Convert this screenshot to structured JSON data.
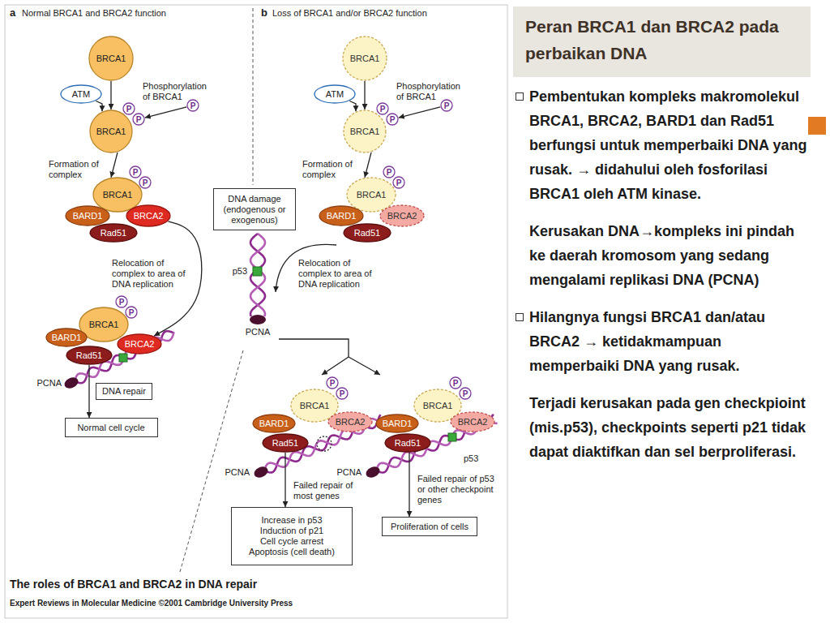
{
  "diagram": {
    "title": "Peran BRCA1 dan BRCA2 pada perbaikan DNA",
    "caption": "The roles of BRCA1 and BRCA2 in DNA repair",
    "nodes": [
      {
        "text": [
          "BRCA1"
        ]
      },
      {
        "text": [
          "ATM"
        ]
      },
      {
        "text": [
          "P"
        ]
      },
      {
        "text": [
          "BRCA1"
        ]
      },
      {
        "text": [
          "P"
        ]
      },
      {
        "text": [
          "P"
        ]
      },
      {
        "text": [
          "BRCA1"
        ]
      },
      {
        "text": [
          "P"
        ]
      },
      {
        "text": [
          "P"
        ]
      },
      {
        "text": [
          "BARD1"
        ]
      },
      {
        "text": [
          "BRCA2"
        ]
      },
      {
        "text": [
          "Rad51"
        ]
      },
      {
        "text": [
          "DNA damage (endogenous or exogenous)"
        ]
      },
      {
        "text": [
          "BRCA1"
        ]
      },
      {
        "text": [
          "P"
        ]
      },
      {
        "text": [
          "P"
        ]
      },
      {
        "text": [
          "BARD1"
        ]
      },
      {
        "text": [
          "BRCA2"
        ]
      },
      {
        "text": [
          "Rad51"
        ]
      },
      {
        "text": [
          "DNA repair"
        ]
      },
      {
        "text": [
          "Normal cell cycle"
        ]
      },
      {
        "text": [
          "BRCA1"
        ]
      },
      {
        "text": [
          "ATM"
        ]
      },
      {
        "text": [
          "P"
        ]
      },
      {
        "text": [
          "BRCA1"
        ]
      },
      {
        "text": [
          "P"
        ]
      },
      {
        "text": [
          "P"
        ]
      },
      {
        "text": [
          "BRCA1"
        ]
      },
      {
        "text": [
          "P"
        ]
      },
      {
        "text": [
          "P"
        ]
      },
      {
        "text": [
          "BARD1"
        ]
      },
      {
        "text": [
          "BRCA2"
        ]
      },
      {
        "text": [
          "Rad51"
        ]
      },
      {
        "text": [
          "BRCA1"
        ]
      },
      {
        "text": [
          "P"
        ]
      },
      {
        "text": [
          "P"
        ]
      },
      {
        "text": [
          "BARD1"
        ]
      },
      {
        "text": [
          "BRCA2"
        ]
      },
      {
        "text": [
          "Rad51"
        ]
      },
      {
        "text": [
          "BRCA1"
        ]
      },
      {
        "text": [
          "P"
        ]
      },
      {
        "text": [
          "P"
        ]
      },
      {
        "text": [
          "BARD1"
        ]
      },
      {
        "text": [
          "BRCA2"
        ]
      },
      {
        "text": [
          "Rad51"
        ]
      },
      {
        "text": [
          "Increase in p53",
          "Induction of p21",
          "Cell cycle arrest",
          "Apoptosis (cell death)"
        ]
      },
      {
        "text": [
          "Proliferation of cells"
        ]
      }
    ],
    "edges": [
      {
        "from": 0,
        "to": 3,
        "arrow": "to"
      },
      {
        "from": 1,
        "to": 3,
        "arrow": "to"
      },
      {
        "from": 2,
        "to": 5,
        "arrow": "to"
      },
      {
        "from": 3,
        "to": 6,
        "arrow": "to"
      },
      {
        "from": 10,
        "to": 17,
        "arrow": "to"
      },
      {
        "from": 18,
        "to": 20,
        "arrow": "to"
      },
      {
        "from": 21,
        "to": 24,
        "arrow": "to"
      },
      {
        "from": 22,
        "to": 24,
        "arrow": "to"
      },
      {
        "from": 23,
        "to": 26,
        "arrow": "to"
      },
      {
        "from": 24,
        "to": 27,
        "arrow": "to"
      },
      {
        "from": 38,
        "to": 45,
        "arrow": "to"
      },
      {
        "from": 44,
        "to": 46,
        "arrow": "to"
      }
    ],
    "labels": [
      "a",
      "Normal BRCA1 and BRCA2 function",
      "b",
      "Loss of BRCA1 and/or BRCA2 function",
      "Phosphorylation of BRCA1",
      "Phosphorylation of BRCA1",
      "Formation of complex",
      "Formation of complex",
      "Relocation of complex to area of DNA replication",
      "Relocation of complex to area of DNA replication",
      "p53",
      "PCNA",
      "PCNA",
      "PCNA",
      "p53",
      "PCNA",
      "Failed repair of most genes",
      "Failed repair of p53 or other checkpoint genes",
      "Expert Reviews in Molecular Medicine ©2001 Cambridge University Press",
      "Pembentukan kompleks makromolekul BRCA1, BRCA2, BARD1 dan Rad51 berfungsi untuk memperbaiki DNA yang rusak. → didahului oleh fosforilasi BRCA1 oleh ATM kinase.",
      "Kerusakan DNA→kompleks ini pindah ke daerah kromosom yang sedang mengalami replikasi DNA (PCNA)",
      "Hilangnya fungsi BRCA1 dan/atau BRCA2 → ketidakmampuan memperbaiki DNA yang rusak.",
      "Terjadi kerusakan pada gen checkpioint (mis.p53), checkpoints seperti p21 tidak dapat diaktifkan dan sel berproliferasi."
    ]
  }
}
